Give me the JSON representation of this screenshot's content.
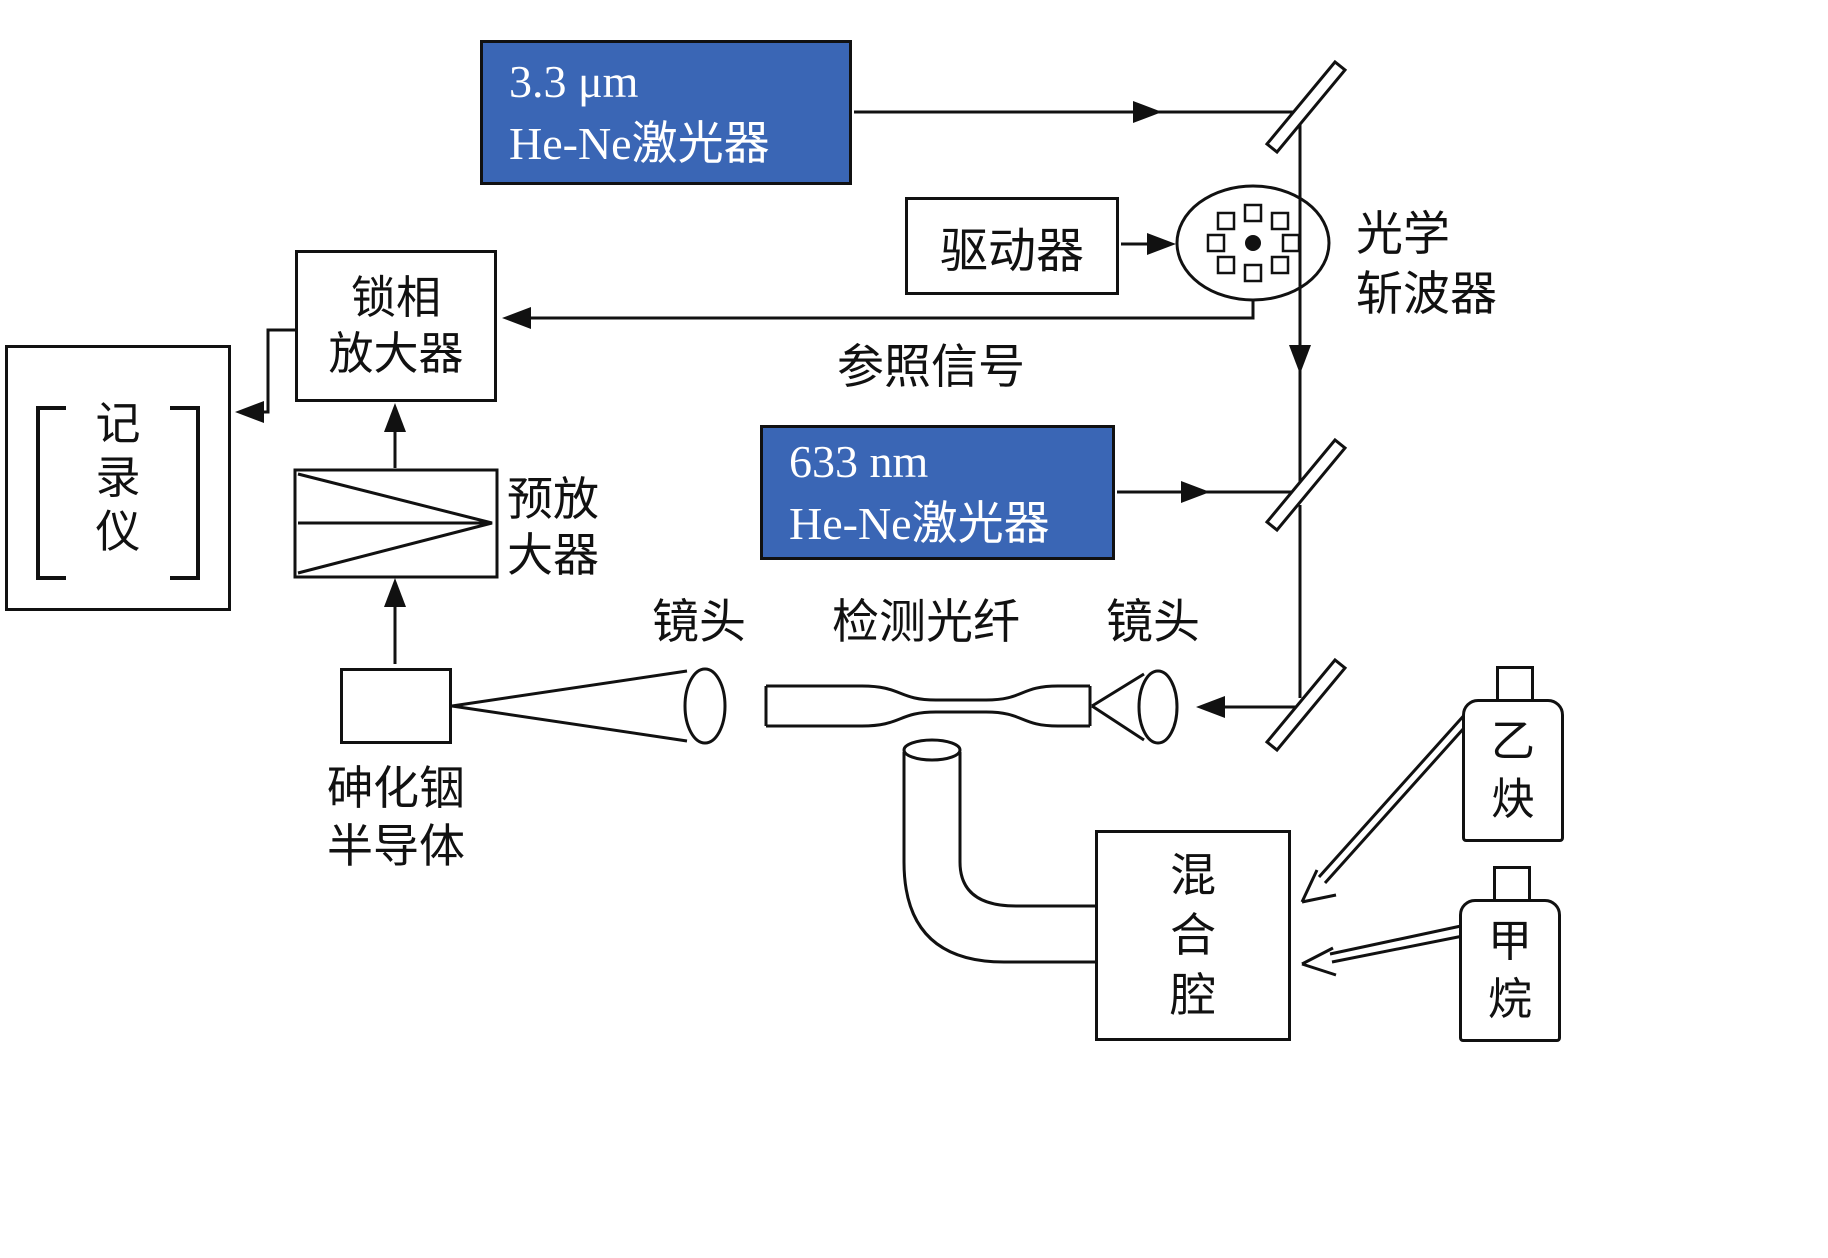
{
  "colors": {
    "bg": "#ffffff",
    "ink": "#111111",
    "laser_bg": "#3a66b5",
    "laser_text": "#ffffff"
  },
  "diagram": {
    "laser_33um": "3.3 μm\nHe-Ne激光器",
    "laser_633nm": "633 nm\nHe-Ne激光器",
    "driver": "驱动器",
    "chopper": "光学\n斩波器",
    "lock_in": "锁相\n放大器",
    "recorder": "记\n录\n仪",
    "reference_signal": "参照信号",
    "preamp": "预放\n大器",
    "lens_left": "镜头",
    "fiber": "检测光纤",
    "lens_right": "镜头",
    "detector": "砷化铟\n半导体",
    "mixing_chamber": "混\n合\n腔",
    "acetylene": "乙\n炔",
    "methane": "甲\n烷"
  }
}
